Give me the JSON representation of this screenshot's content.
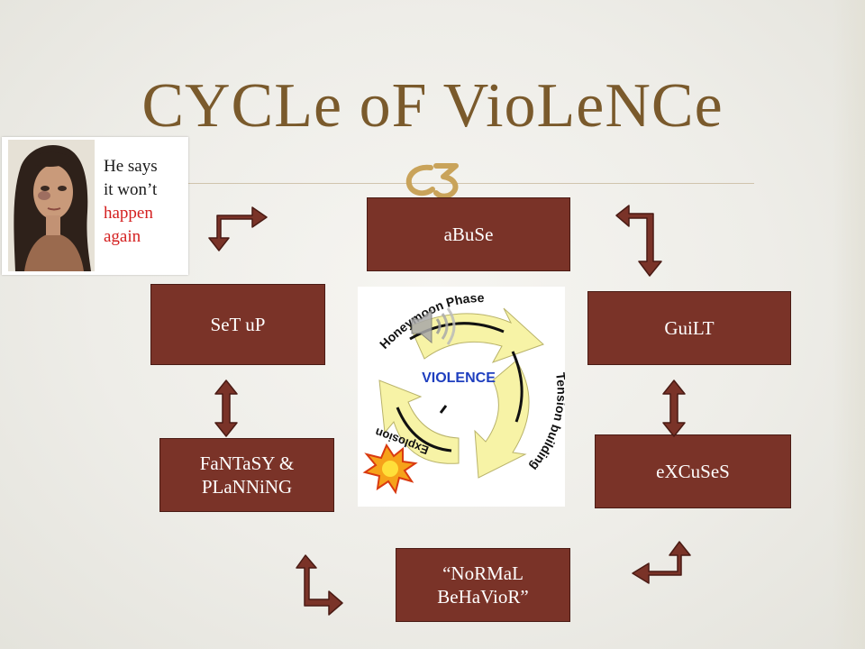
{
  "slide": {
    "title": "CYCLe oF VioLeNCe"
  },
  "photo_panel": {
    "line1": "He says",
    "line2": "it won’t",
    "line3": "happen",
    "line4": "again"
  },
  "boxes": {
    "abuse": "aBuSe",
    "guilt": "GuiLT",
    "excuses": "eXCuSeS",
    "normal": "“NoRMaL\nBeHaVioR”",
    "fantasy": "FaNTaSY &\nPLaNNiNG",
    "setup": "SeT uP"
  },
  "cycle_diagram": {
    "center": "VIOLENCE",
    "phase_top": "Honeymoon Phase",
    "phase_right": "Tension building",
    "phase_left": "Explosion"
  },
  "colors": {
    "title": "#7a5a2c",
    "box_fill": "#7a3328",
    "arrow_fill": "#7a3328",
    "center_text": "#1f3fbf"
  },
  "icons": [
    "bullet-glyph-icon",
    "speaker-icon",
    "explosion-burst-icon"
  ]
}
